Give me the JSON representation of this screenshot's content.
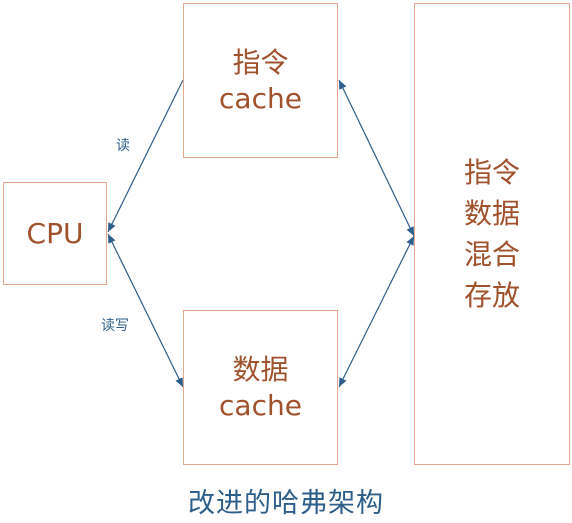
{
  "boxes": {
    "instruction_cache": {
      "line1": "指令",
      "line2": "cache"
    },
    "cpu": {
      "label": "CPU"
    },
    "data_cache": {
      "line1": "数据",
      "line2": "cache"
    },
    "memory": {
      "lines": [
        "指令",
        "数据",
        "混合",
        "存放"
      ]
    }
  },
  "edges": {
    "icache_to_cpu": "读",
    "cpu_dcache": "读写"
  },
  "caption": "改进的哈弗架构",
  "colors": {
    "box_border": "#e3a98f",
    "box_text": "#a0522d",
    "arrow": "#2e5e8a",
    "label": "#2e5e8a"
  }
}
